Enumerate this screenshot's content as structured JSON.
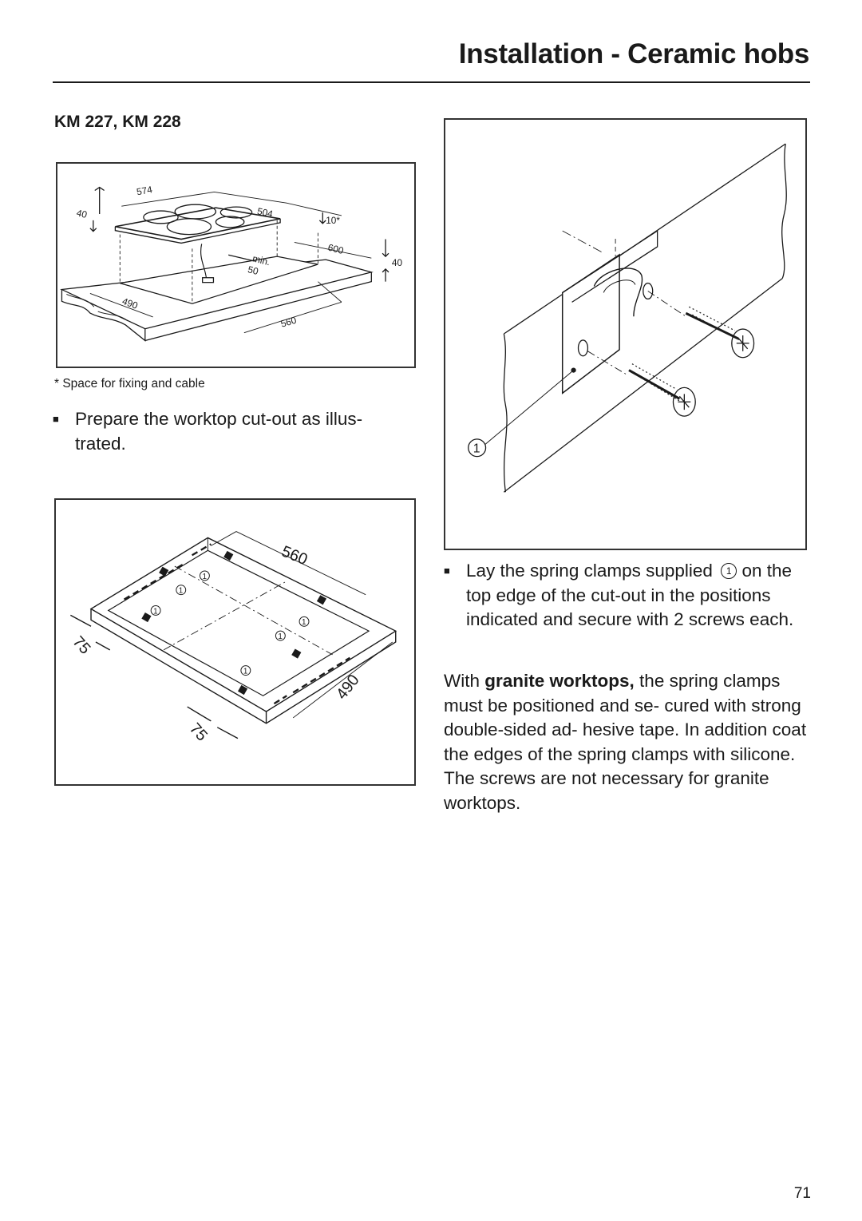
{
  "header": {
    "title": "Installation - Ceramic hobs"
  },
  "section": {
    "model_heading": "KM 227, KM 228"
  },
  "figure1": {
    "dim_574": "574",
    "dim_504": "504",
    "dim_40_left": "40",
    "dim_10": "10*",
    "dim_600": "600",
    "dim_40_right": "40",
    "dim_min": "min.",
    "dim_50": "50",
    "dim_490": "490",
    "dim_560": "560",
    "footnote": "* Space for fixing and cable"
  },
  "step1": {
    "text": "Prepare the worktop cut-out as illus- trated."
  },
  "figure2": {
    "dim_560": "560",
    "dim_490": "490",
    "dim_75_left": "75",
    "dim_75_bottom": "75",
    "clamp_marker": "1"
  },
  "figure3": {
    "callout": "1"
  },
  "step2": {
    "text": "Lay the spring clamps supplied",
    "marker": "1",
    "text_cont": "on the top edge of the cut-out in the positions indicated and secure with 2 screws each."
  },
  "granite": {
    "lead": "With ",
    "emphasis": "granite worktops,",
    "text": " the spring clamps must be positioned and se- cured with strong double-sided ad- hesive tape. In addition coat the edges of the spring clamps with silicone. The screws are not necessary for granite worktops."
  },
  "footer": {
    "page_number": "71"
  }
}
